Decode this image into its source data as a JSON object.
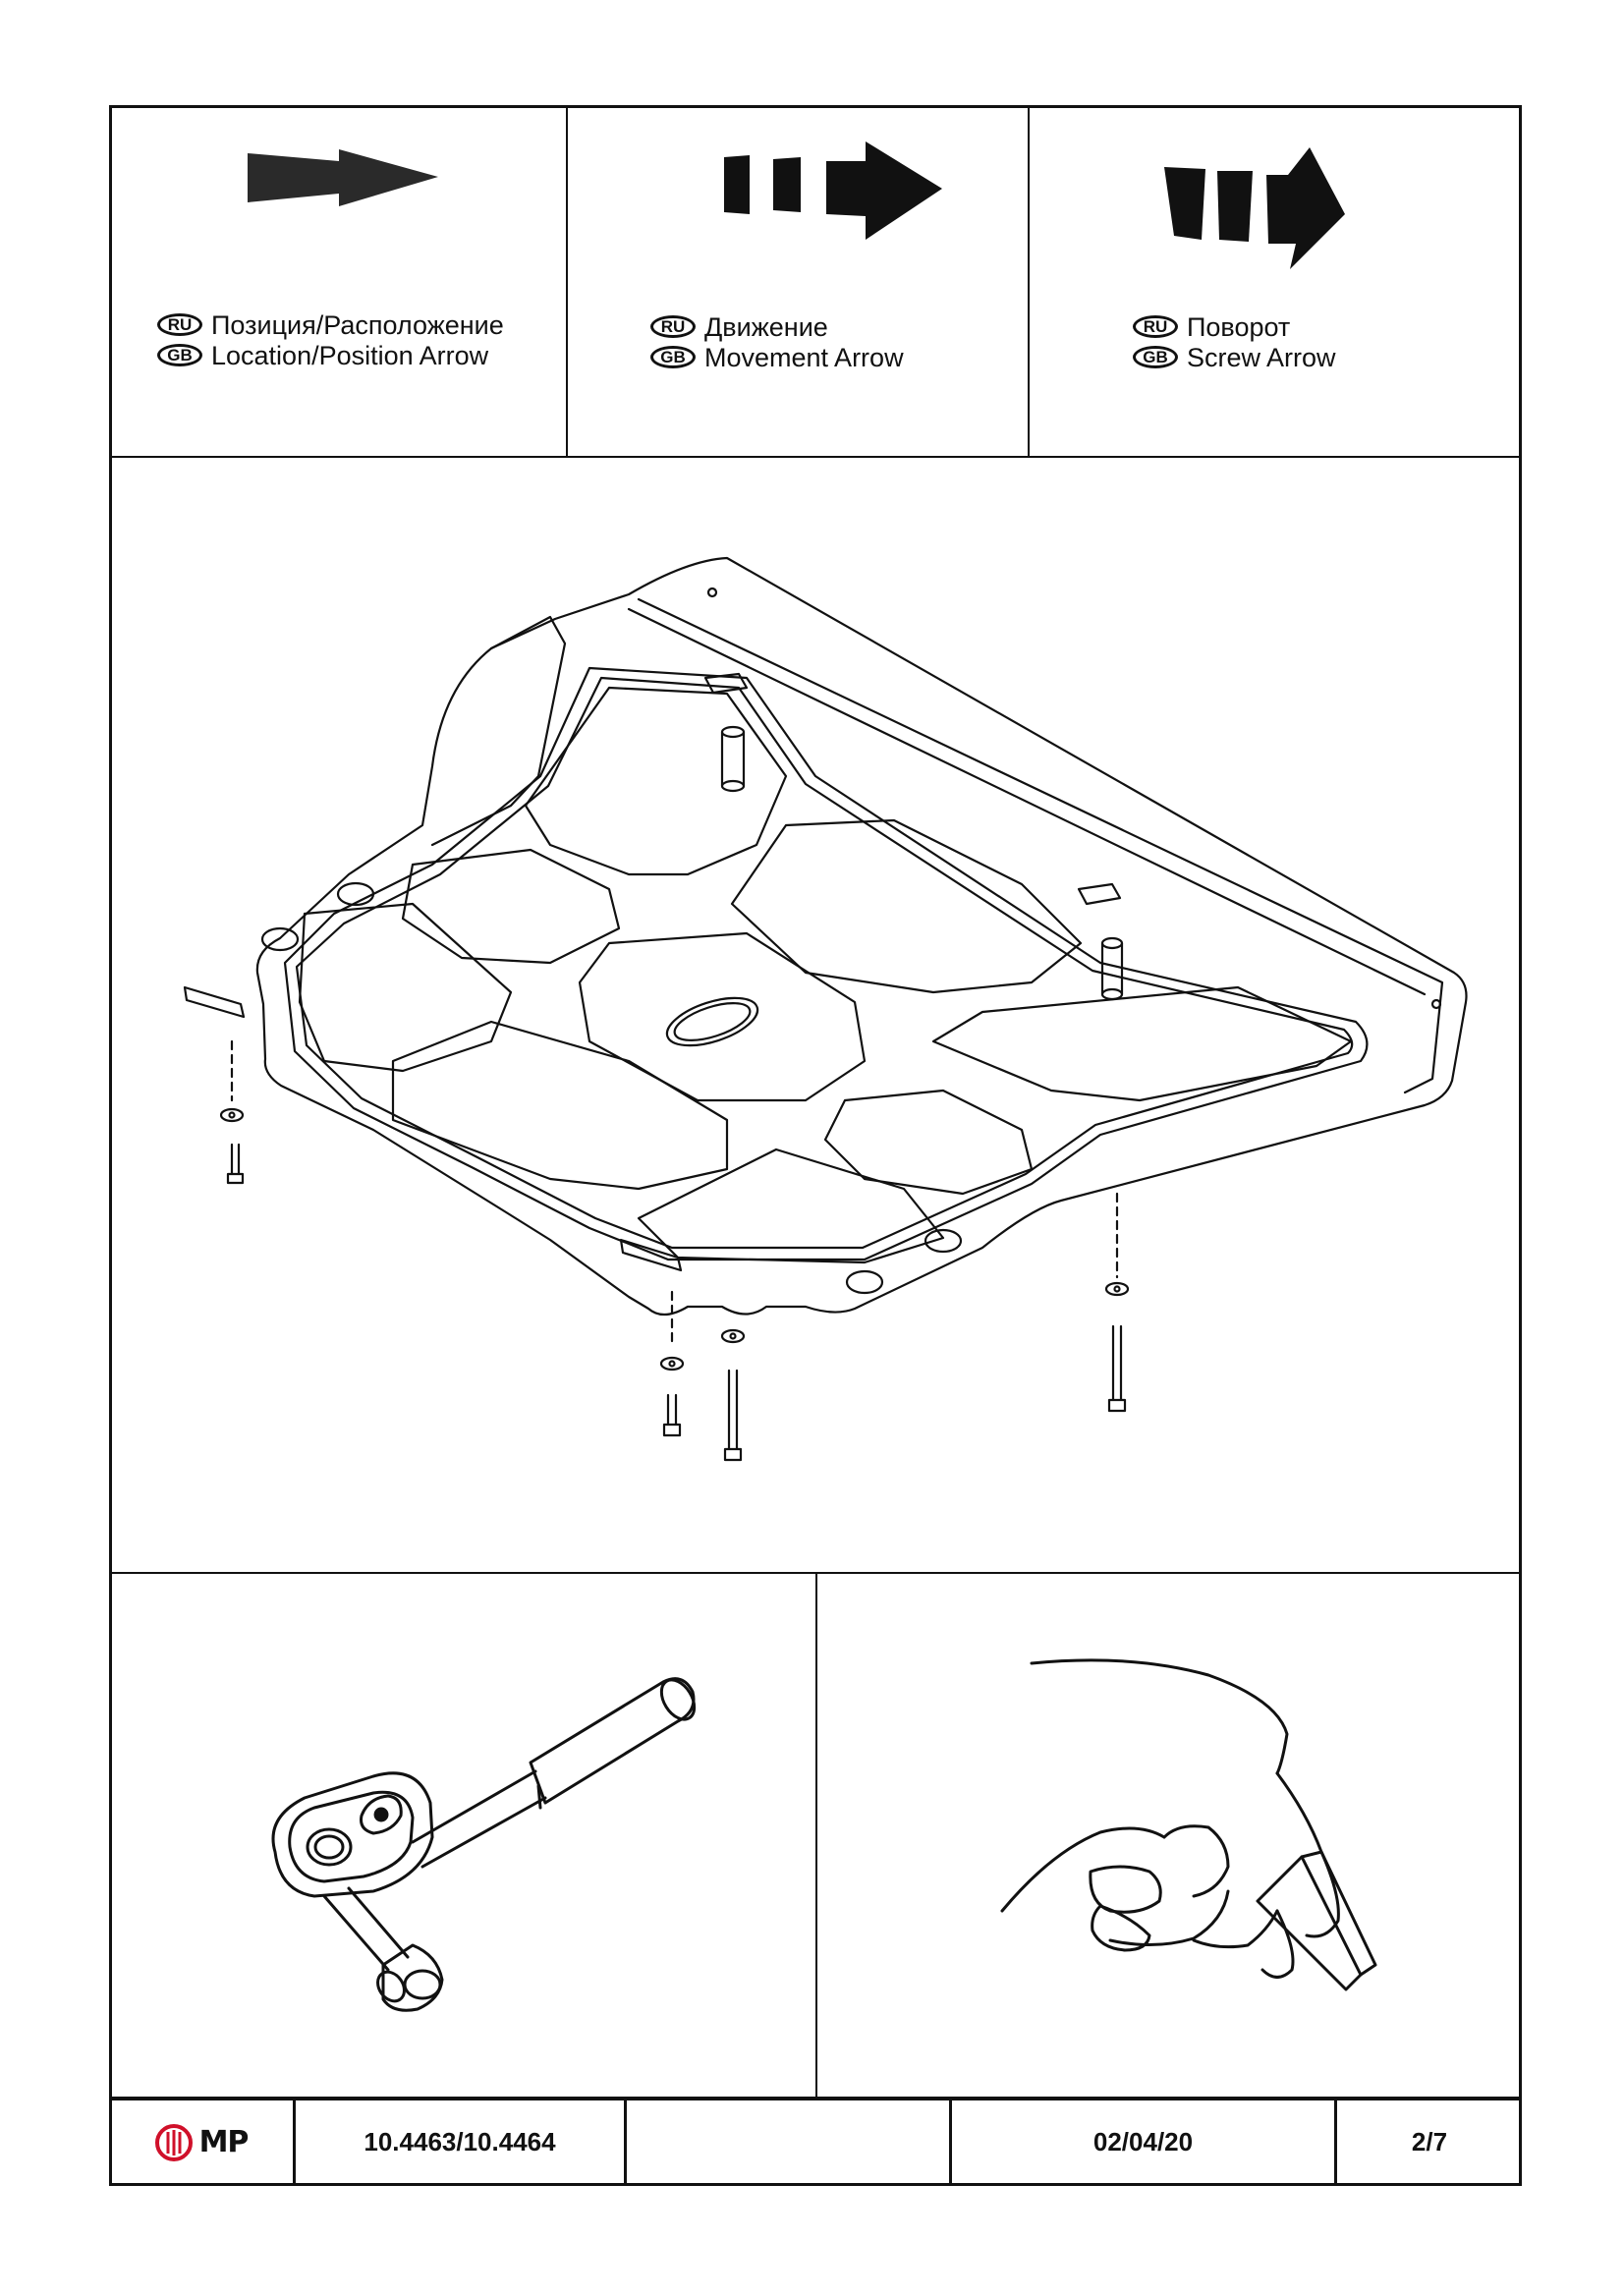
{
  "legend": [
    {
      "ru_code": "RU",
      "gb_code": "GB",
      "ru_label": "Позиция/Расположение",
      "gb_label": "Location/Position Arrow",
      "icon": "location-arrow-icon"
    },
    {
      "ru_code": "RU",
      "gb_code": "GB",
      "ru_label": "Движение",
      "gb_label": "Movement Arrow",
      "icon": "movement-arrow-icon"
    },
    {
      "ru_code": "RU",
      "gb_code": "GB",
      "ru_label": "Поворот",
      "gb_label": "Screw Arrow",
      "icon": "screw-arrow-icon"
    }
  ],
  "illustrations": {
    "main": "skid-plate-assembly-diagram",
    "tool_left": "ratchet-wrench-icon",
    "tool_right": "hand-cutting-knife-icon"
  },
  "footer": {
    "logo_text": "MP",
    "logo_color": "#d0102a",
    "part_number": "10.4463/10.4464",
    "blank": "",
    "date": "02/04/20",
    "page": "2/7"
  }
}
